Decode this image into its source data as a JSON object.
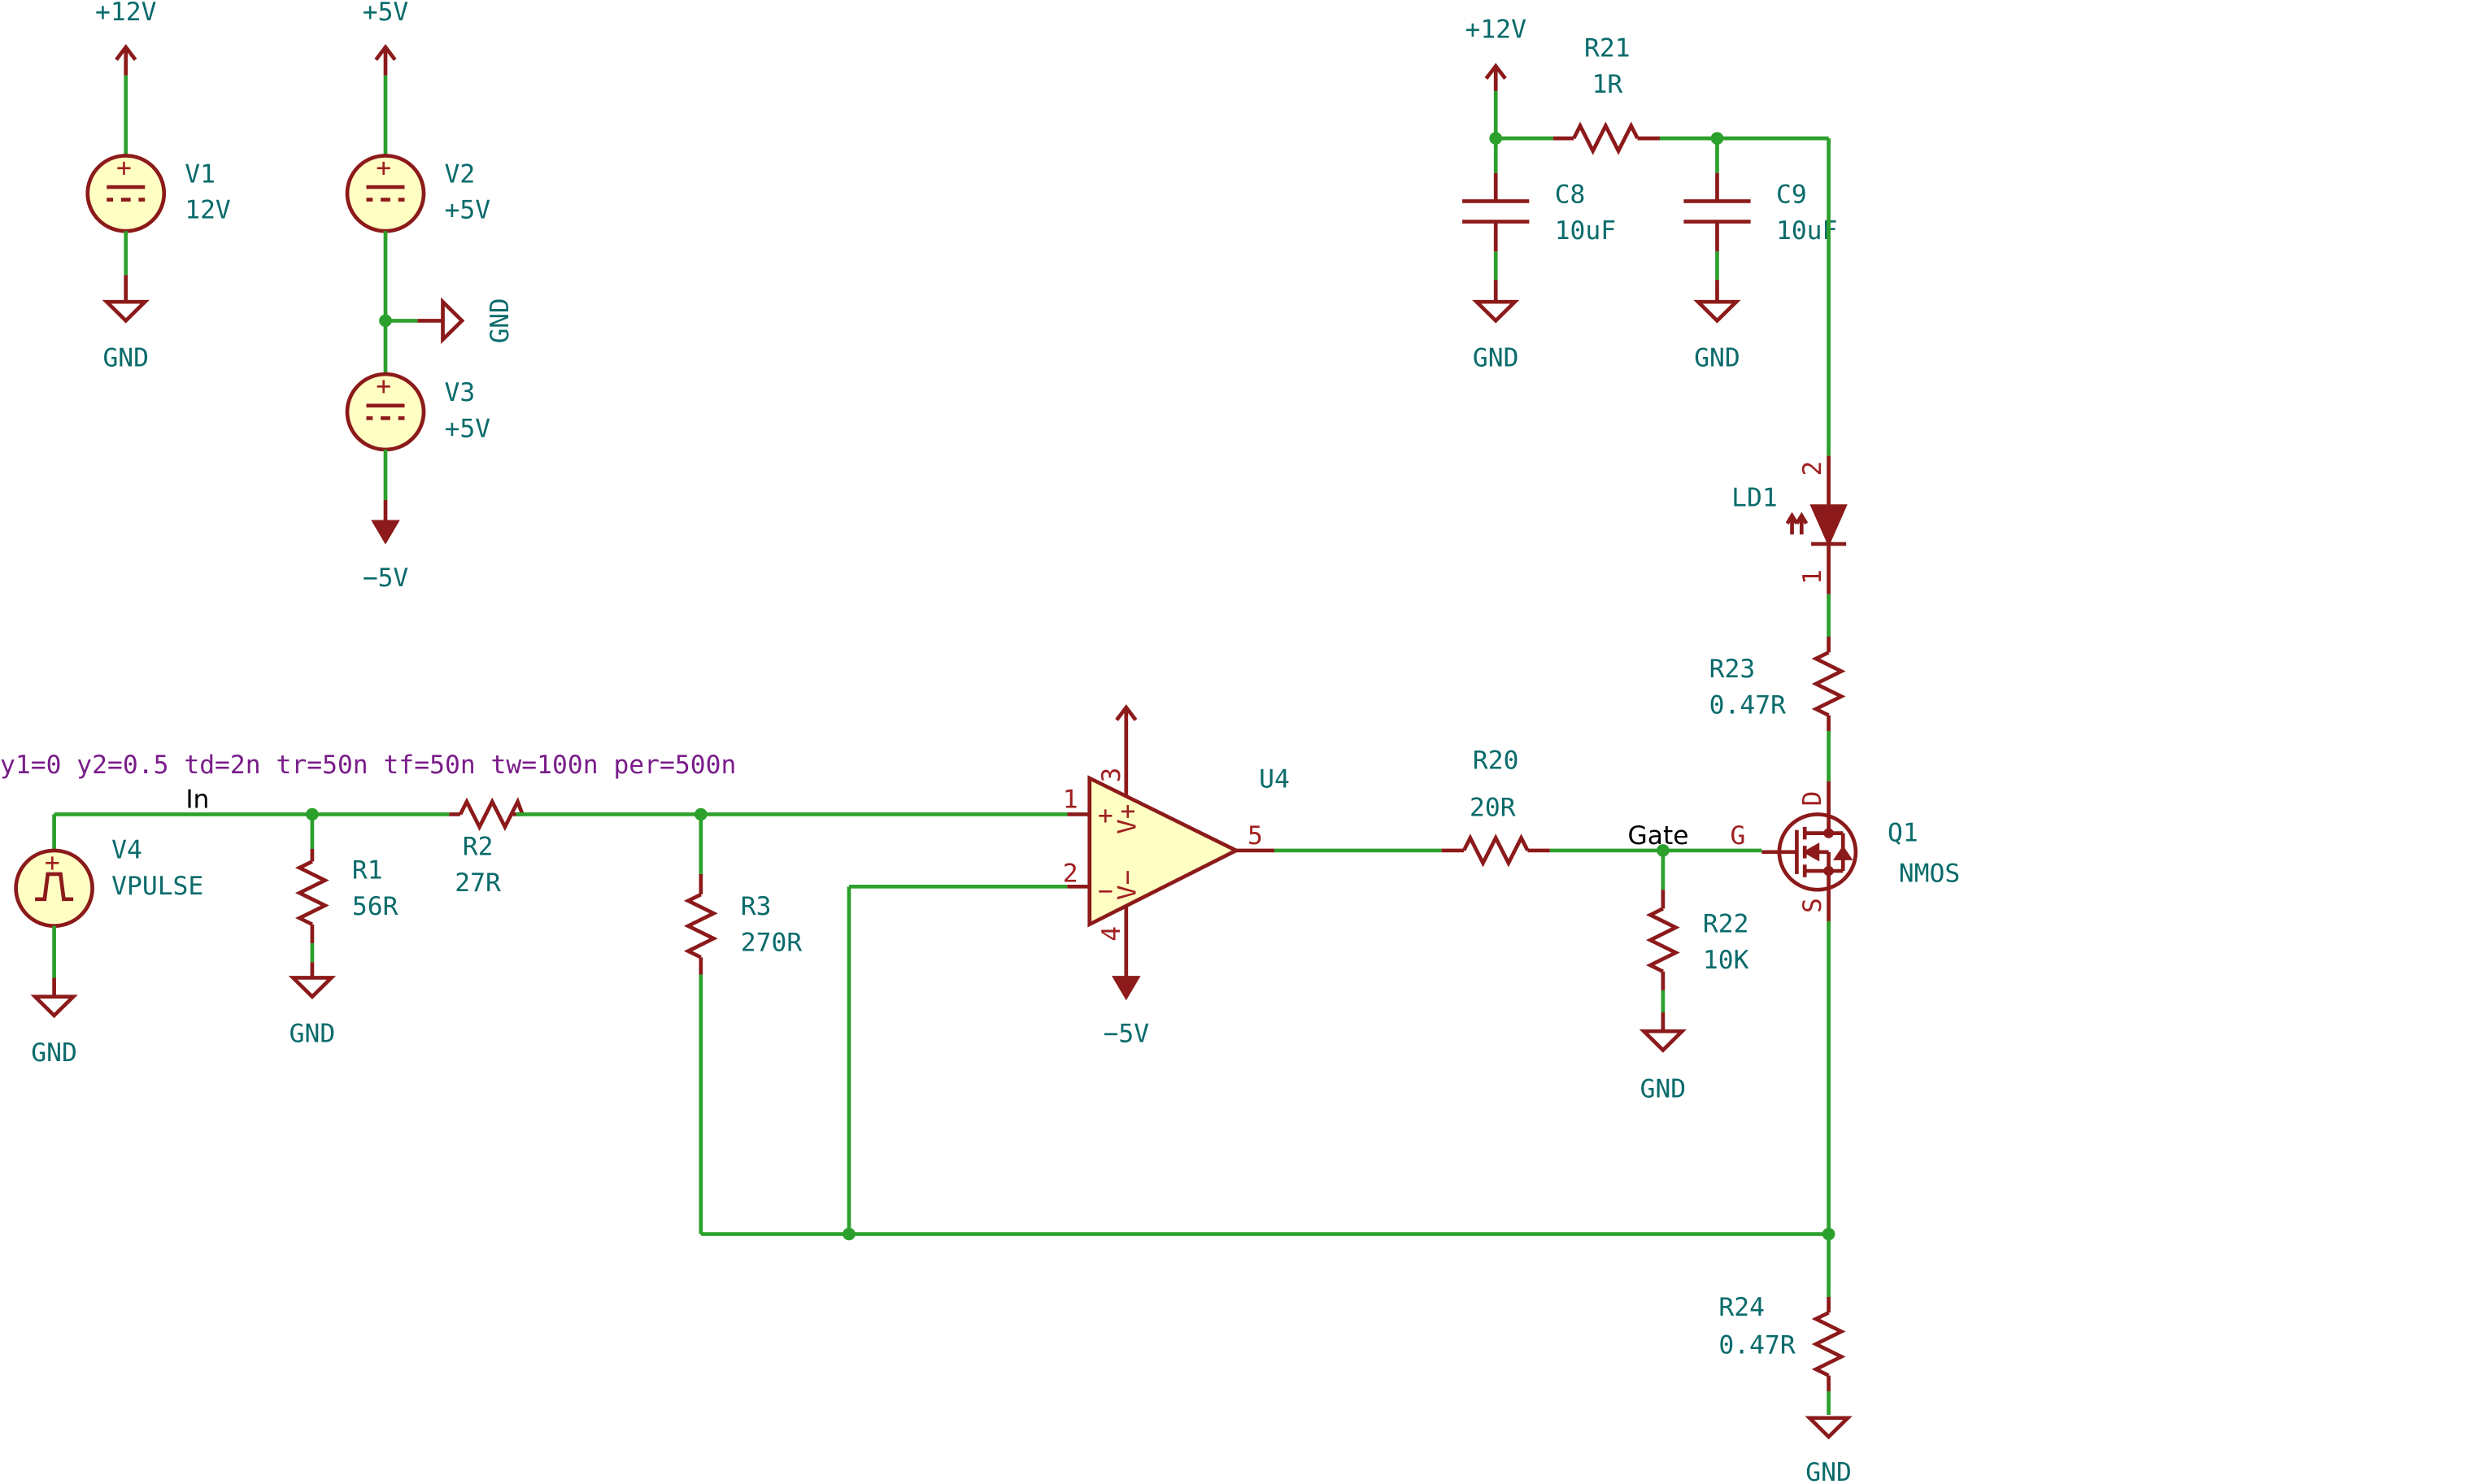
{
  "power": {
    "v12_a": "+12V",
    "v5_a": "+5V",
    "gnd_v1": "GND",
    "gnd_v23": "GND",
    "neg5_v3": "−5V",
    "v12_b": "+12V",
    "gnd_c8": "GND",
    "gnd_c9": "GND",
    "gnd_v4": "GND",
    "gnd_r1": "GND",
    "neg5_u4": "−5V",
    "gnd_r22": "GND",
    "gnd_r24": "GND"
  },
  "components": {
    "v1": {
      "ref": "V1",
      "value": "12V"
    },
    "v2": {
      "ref": "V2",
      "value": "+5V"
    },
    "v3": {
      "ref": "V3",
      "value": "+5V"
    },
    "v4": {
      "ref": "V4",
      "value": "VPULSE"
    },
    "r1": {
      "ref": "R1",
      "value": "56R"
    },
    "r2": {
      "ref": "R2",
      "value": "27R"
    },
    "r3": {
      "ref": "R3",
      "value": "270R"
    },
    "r20": {
      "ref": "R20",
      "value": "20R"
    },
    "r21": {
      "ref": "R21",
      "value": "1R"
    },
    "r22": {
      "ref": "R22",
      "value": "10K"
    },
    "r23": {
      "ref": "R23",
      "value": "0.47R"
    },
    "r24": {
      "ref": "R24",
      "value": "0.47R"
    },
    "c8": {
      "ref": "C8",
      "value": "10uF"
    },
    "c9": {
      "ref": "C9",
      "value": "10uF"
    },
    "ld1": {
      "ref": "LD1"
    },
    "u4": {
      "ref": "U4"
    },
    "q1": {
      "ref": "Q1",
      "value": "NMOS"
    }
  },
  "pins": {
    "u4_1": "1",
    "u4_2": "2",
    "u4_3": "3",
    "u4_4": "4",
    "u4_5": "5",
    "u4_plus": "+",
    "u4_minus": "−",
    "u4_vplus": "V+",
    "u4_vminus": "V−",
    "ld1_2": "2",
    "ld1_1": "1",
    "q1_g": "G",
    "q1_d": "D",
    "q1_s": "S"
  },
  "nets": {
    "in": "In",
    "gate": "Gate"
  },
  "spice": {
    "vpulse_params": "y1=0 y2=0.5 td=2n tr=50n tf=50n tw=100n per=500n"
  },
  "colors": {
    "wire": "#2ca02c",
    "symbol": "#8c1a1a",
    "body_fill": "#ffffc4",
    "label": "#0b6b6b",
    "spice_text": "#7a1d8a"
  }
}
